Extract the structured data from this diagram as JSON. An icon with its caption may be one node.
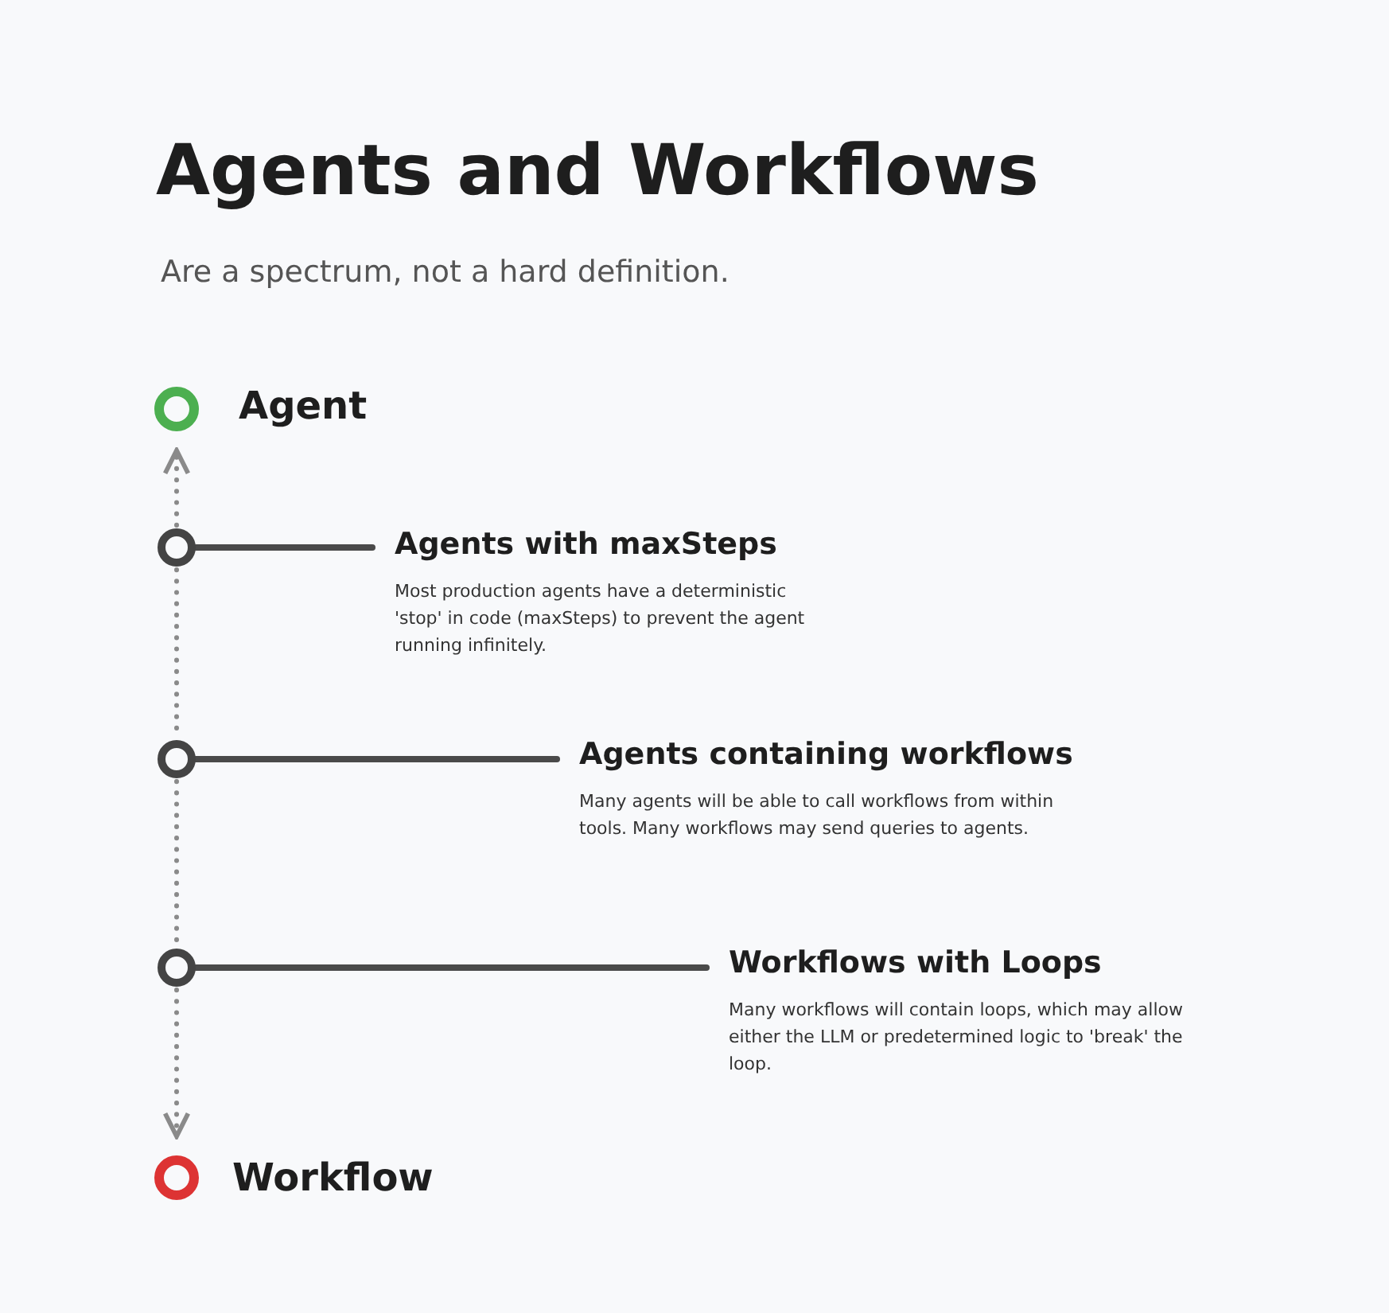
{
  "diagram": {
    "title": "Agents and Workflows",
    "nodes": [
      {
        "text": [],
        "shape": "circle",
        "beside": [
          "Agent"
        ]
      },
      {
        "text": [],
        "shape": "circle"
      },
      {
        "text": [
          "Agents with maxSteps",
          "Most production agents have a deterministic 'stop' in code (maxSteps) to prevent the agent running infinitely."
        ]
      },
      {
        "text": [],
        "shape": "circle"
      },
      {
        "text": [
          "Agents containing workflows",
          "Many agents will be able to call workflows from within tools. Many workflows may send queries to agents."
        ]
      },
      {
        "text": [],
        "shape": "circle"
      },
      {
        "text": [
          "Workflows with Loops",
          "Many workflows will contain loops, which may allow either the LLM or predetermined logic to 'break' the loop."
        ]
      },
      {
        "text": [],
        "shape": "circle",
        "beside": [
          "Workflow"
        ]
      }
    ],
    "edges": [
      {
        "from": 1,
        "to": 0,
        "arrow": "to",
        "style": "dashed",
        "color": "#8a8a8a"
      },
      {
        "from": 1,
        "to": 3,
        "arrow": "none",
        "style": "dashed",
        "color": "#8a8a8a"
      },
      {
        "from": 3,
        "to": 5,
        "arrow": "none",
        "style": "dashed",
        "color": "#8a8a8a"
      },
      {
        "from": 5,
        "to": 7,
        "arrow": "to",
        "style": "dashed",
        "color": "#8a8a8a"
      },
      {
        "from": 1,
        "to": 2,
        "arrow": "none"
      },
      {
        "from": 3,
        "to": 4,
        "arrow": "none"
      },
      {
        "from": 5,
        "to": 6,
        "arrow": "none"
      }
    ],
    "labels": [
      "Are a spectrum, not a hard definition."
    ]
  }
}
